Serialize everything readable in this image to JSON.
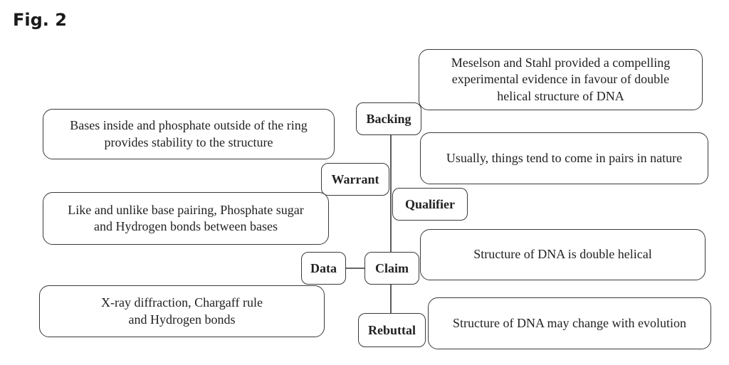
{
  "figure": {
    "title": "Fig. 2"
  },
  "labels": {
    "backing": "Backing",
    "warrant": "Warrant",
    "qualifier": "Qualifier",
    "data": "Data",
    "claim": "Claim",
    "rebuttal": "Rebuttal"
  },
  "boxes": {
    "backing": "Meselson and Stahl provided a compelling\nexperimental evidence in favour of double\nhelical structure of DNA",
    "warrant": "Bases inside and phosphate outside of the ring\nprovides stability to the structure",
    "qualifier": "Usually, things tend to come in pairs in nature",
    "warrant_data": "Like and unlike base pairing, Phosphate sugar\nand Hydrogen bonds between bases",
    "claim": "Structure of DNA is double helical",
    "data": "X-ray diffraction, Chargaff rule\nand Hydrogen bonds",
    "rebuttal": "Structure of DNA may change with evolution"
  }
}
